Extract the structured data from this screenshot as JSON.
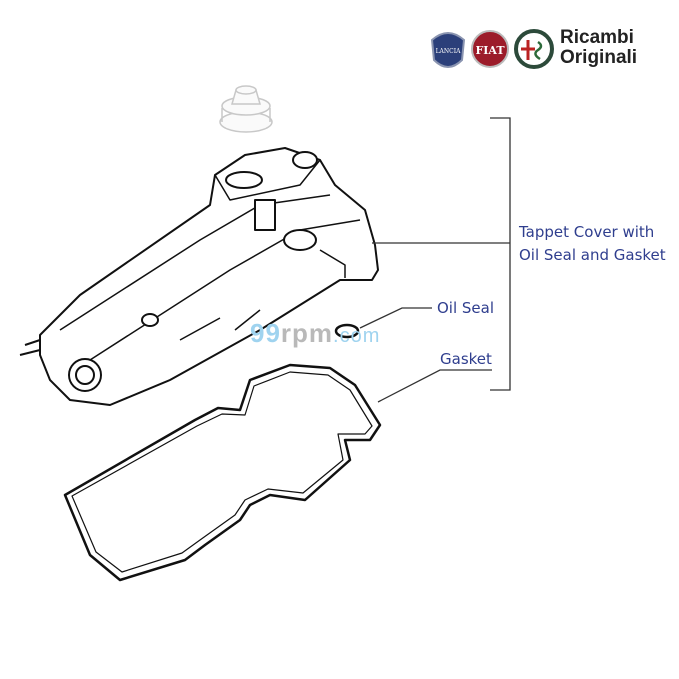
{
  "branding": {
    "logos": [
      "Lancia",
      "Fiat",
      "Alfa Romeo"
    ],
    "brand_text_line1": "Ricambi",
    "brand_text_line2": "Originali"
  },
  "watermark": {
    "part1": "99",
    "part2": "rpm",
    "part3": ".com"
  },
  "callouts": {
    "tappet_cover_line1": "Tappet Cover with",
    "tappet_cover_line2": "Oil Seal and Gasket",
    "oil_seal": "Oil Seal",
    "gasket": "Gasket"
  },
  "colors": {
    "label": "#2f3e8e",
    "lancia": "#2b3f7a",
    "fiat": "#9c1c2a",
    "alfa": "#2c5a3a"
  }
}
